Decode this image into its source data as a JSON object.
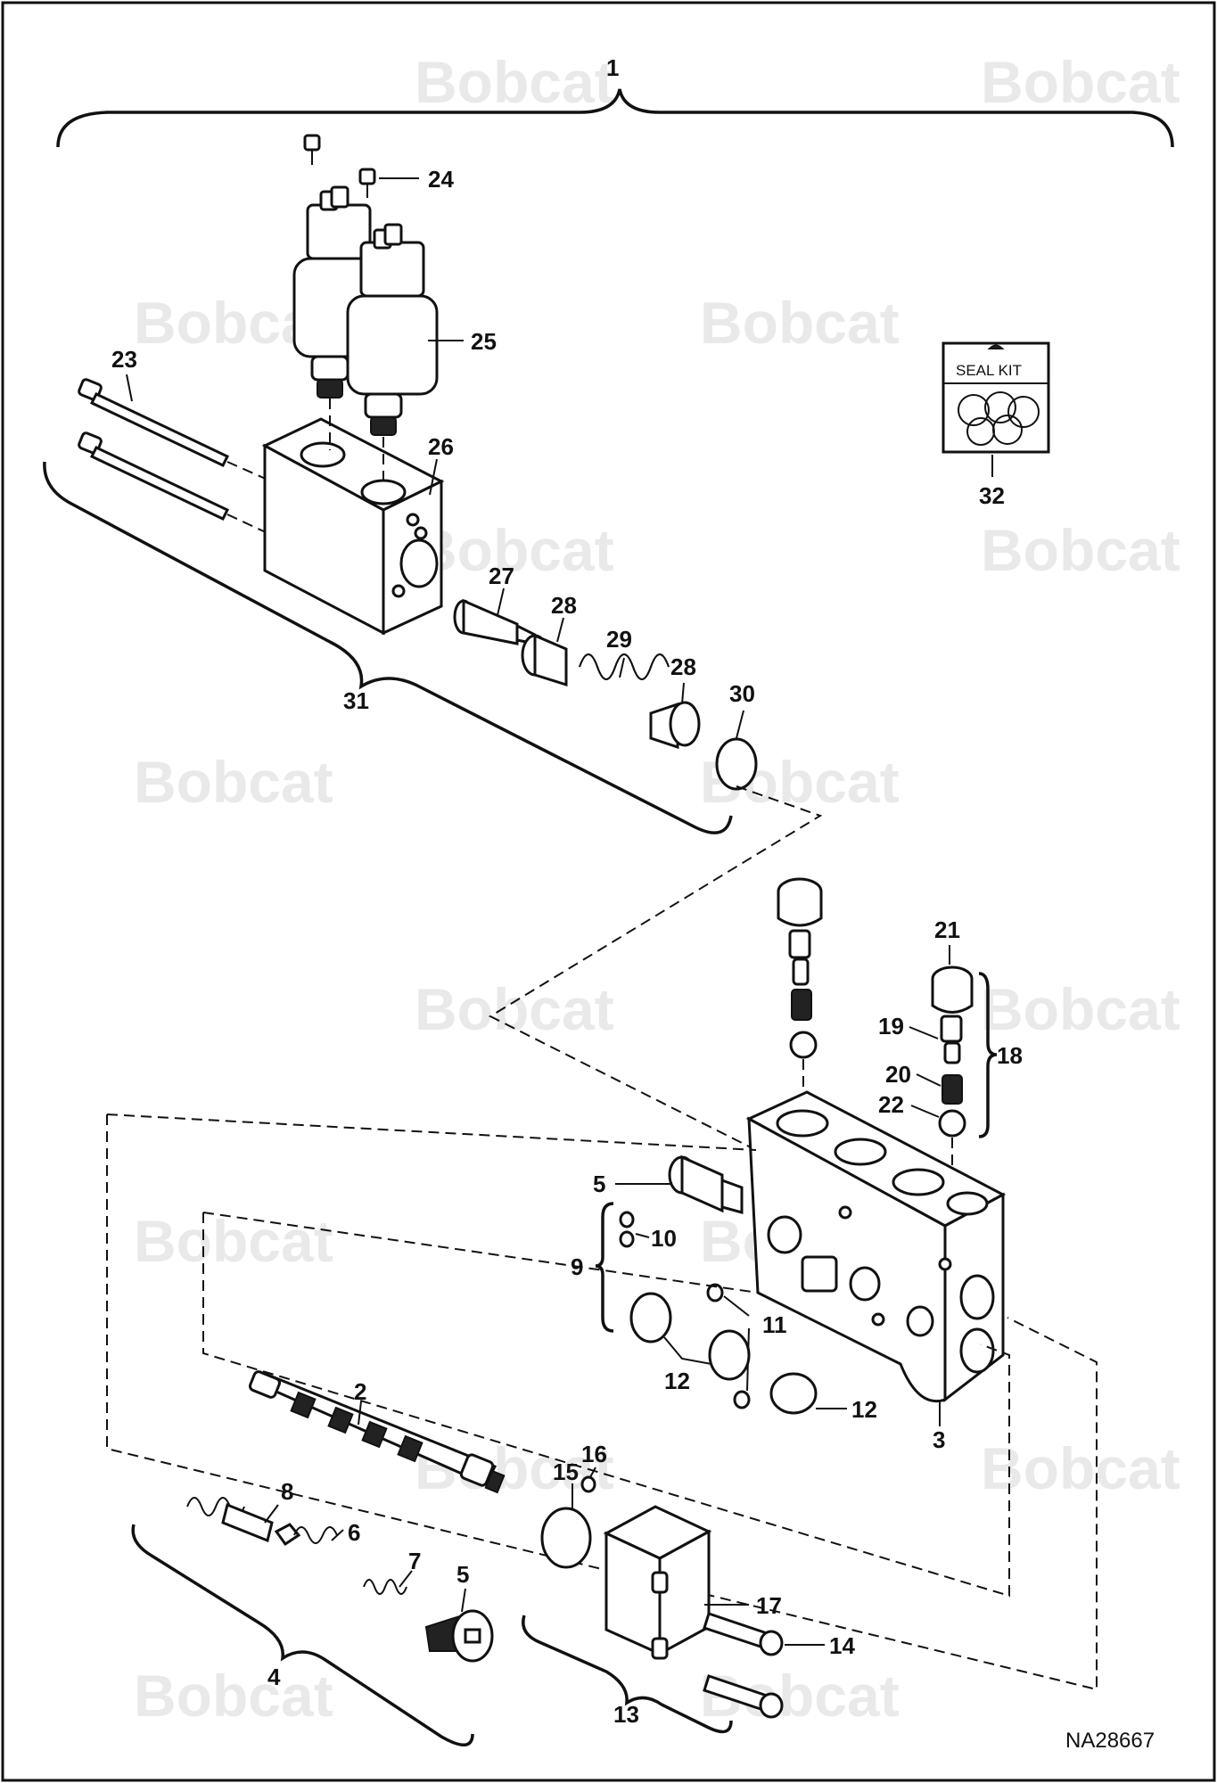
{
  "drawing_id": "NA28667",
  "watermark": "Bobcat",
  "seal_kit": {
    "label": "SEAL KIT",
    "callout": "32"
  },
  "callouts": {
    "c1": "1",
    "c2": "2",
    "c3": "3",
    "c4": "4",
    "c5a": "5",
    "c5b": "5",
    "c6": "6",
    "c7": "7",
    "c8": "8",
    "c9": "9",
    "c10": "10",
    "c11": "11",
    "c12a": "12",
    "c12b": "12",
    "c13": "13",
    "c14": "14",
    "c15": "15",
    "c16": "16",
    "c17": "17",
    "c18": "18",
    "c19": "19",
    "c20": "20",
    "c21": "21",
    "c22": "22",
    "c23": "23",
    "c24": "24",
    "c25": "25",
    "c26": "26",
    "c27": "27",
    "c28a": "28",
    "c28b": "28",
    "c29": "29",
    "c30": "30",
    "c31": "31"
  }
}
